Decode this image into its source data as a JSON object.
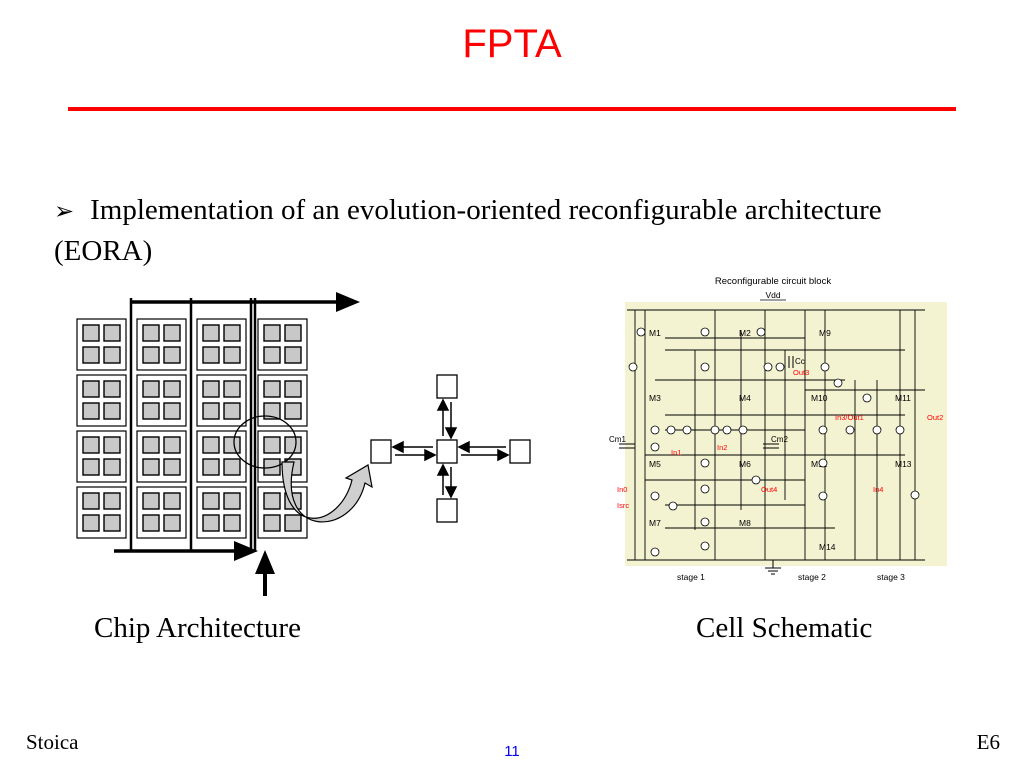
{
  "slide": {
    "title": "FPTA",
    "bullet_marker": "➢",
    "bullet_text": "Implementation of an evolution-oriented reconfigurable architecture (EORA)",
    "caption_left": "Chip Architecture",
    "caption_right": "Cell Schematic",
    "footer_left": "Stoica",
    "footer_right": "E6",
    "page_number": "11"
  },
  "colors": {
    "title": "#ff0000",
    "rule": "#ff0000",
    "page_number": "#0000ff",
    "schematic_bg": "#f3f3d2",
    "schematic_red": "#ff0000"
  },
  "schematic": {
    "heading": "Reconfigurable circuit block",
    "vdd": "Vdd",
    "transistors": [
      "M1",
      "M2",
      "M9",
      "M3",
      "M4",
      "M10",
      "M11",
      "M5",
      "M6",
      "M12",
      "M13",
      "M7",
      "M8",
      "M14"
    ],
    "stages": [
      "stage 1",
      "stage 2",
      "stage 3"
    ],
    "caps": {
      "cc": "Cc",
      "cm1": "Cm1",
      "cm2": "Cm2"
    },
    "ports": {
      "out3": "Out3",
      "in3_out1": "In3/Out1",
      "out2": "Out2",
      "in1": "In1",
      "in2": "In2",
      "out4": "Out4",
      "in4": "In4",
      "in0": "In0",
      "isrc": "Isrc"
    }
  }
}
